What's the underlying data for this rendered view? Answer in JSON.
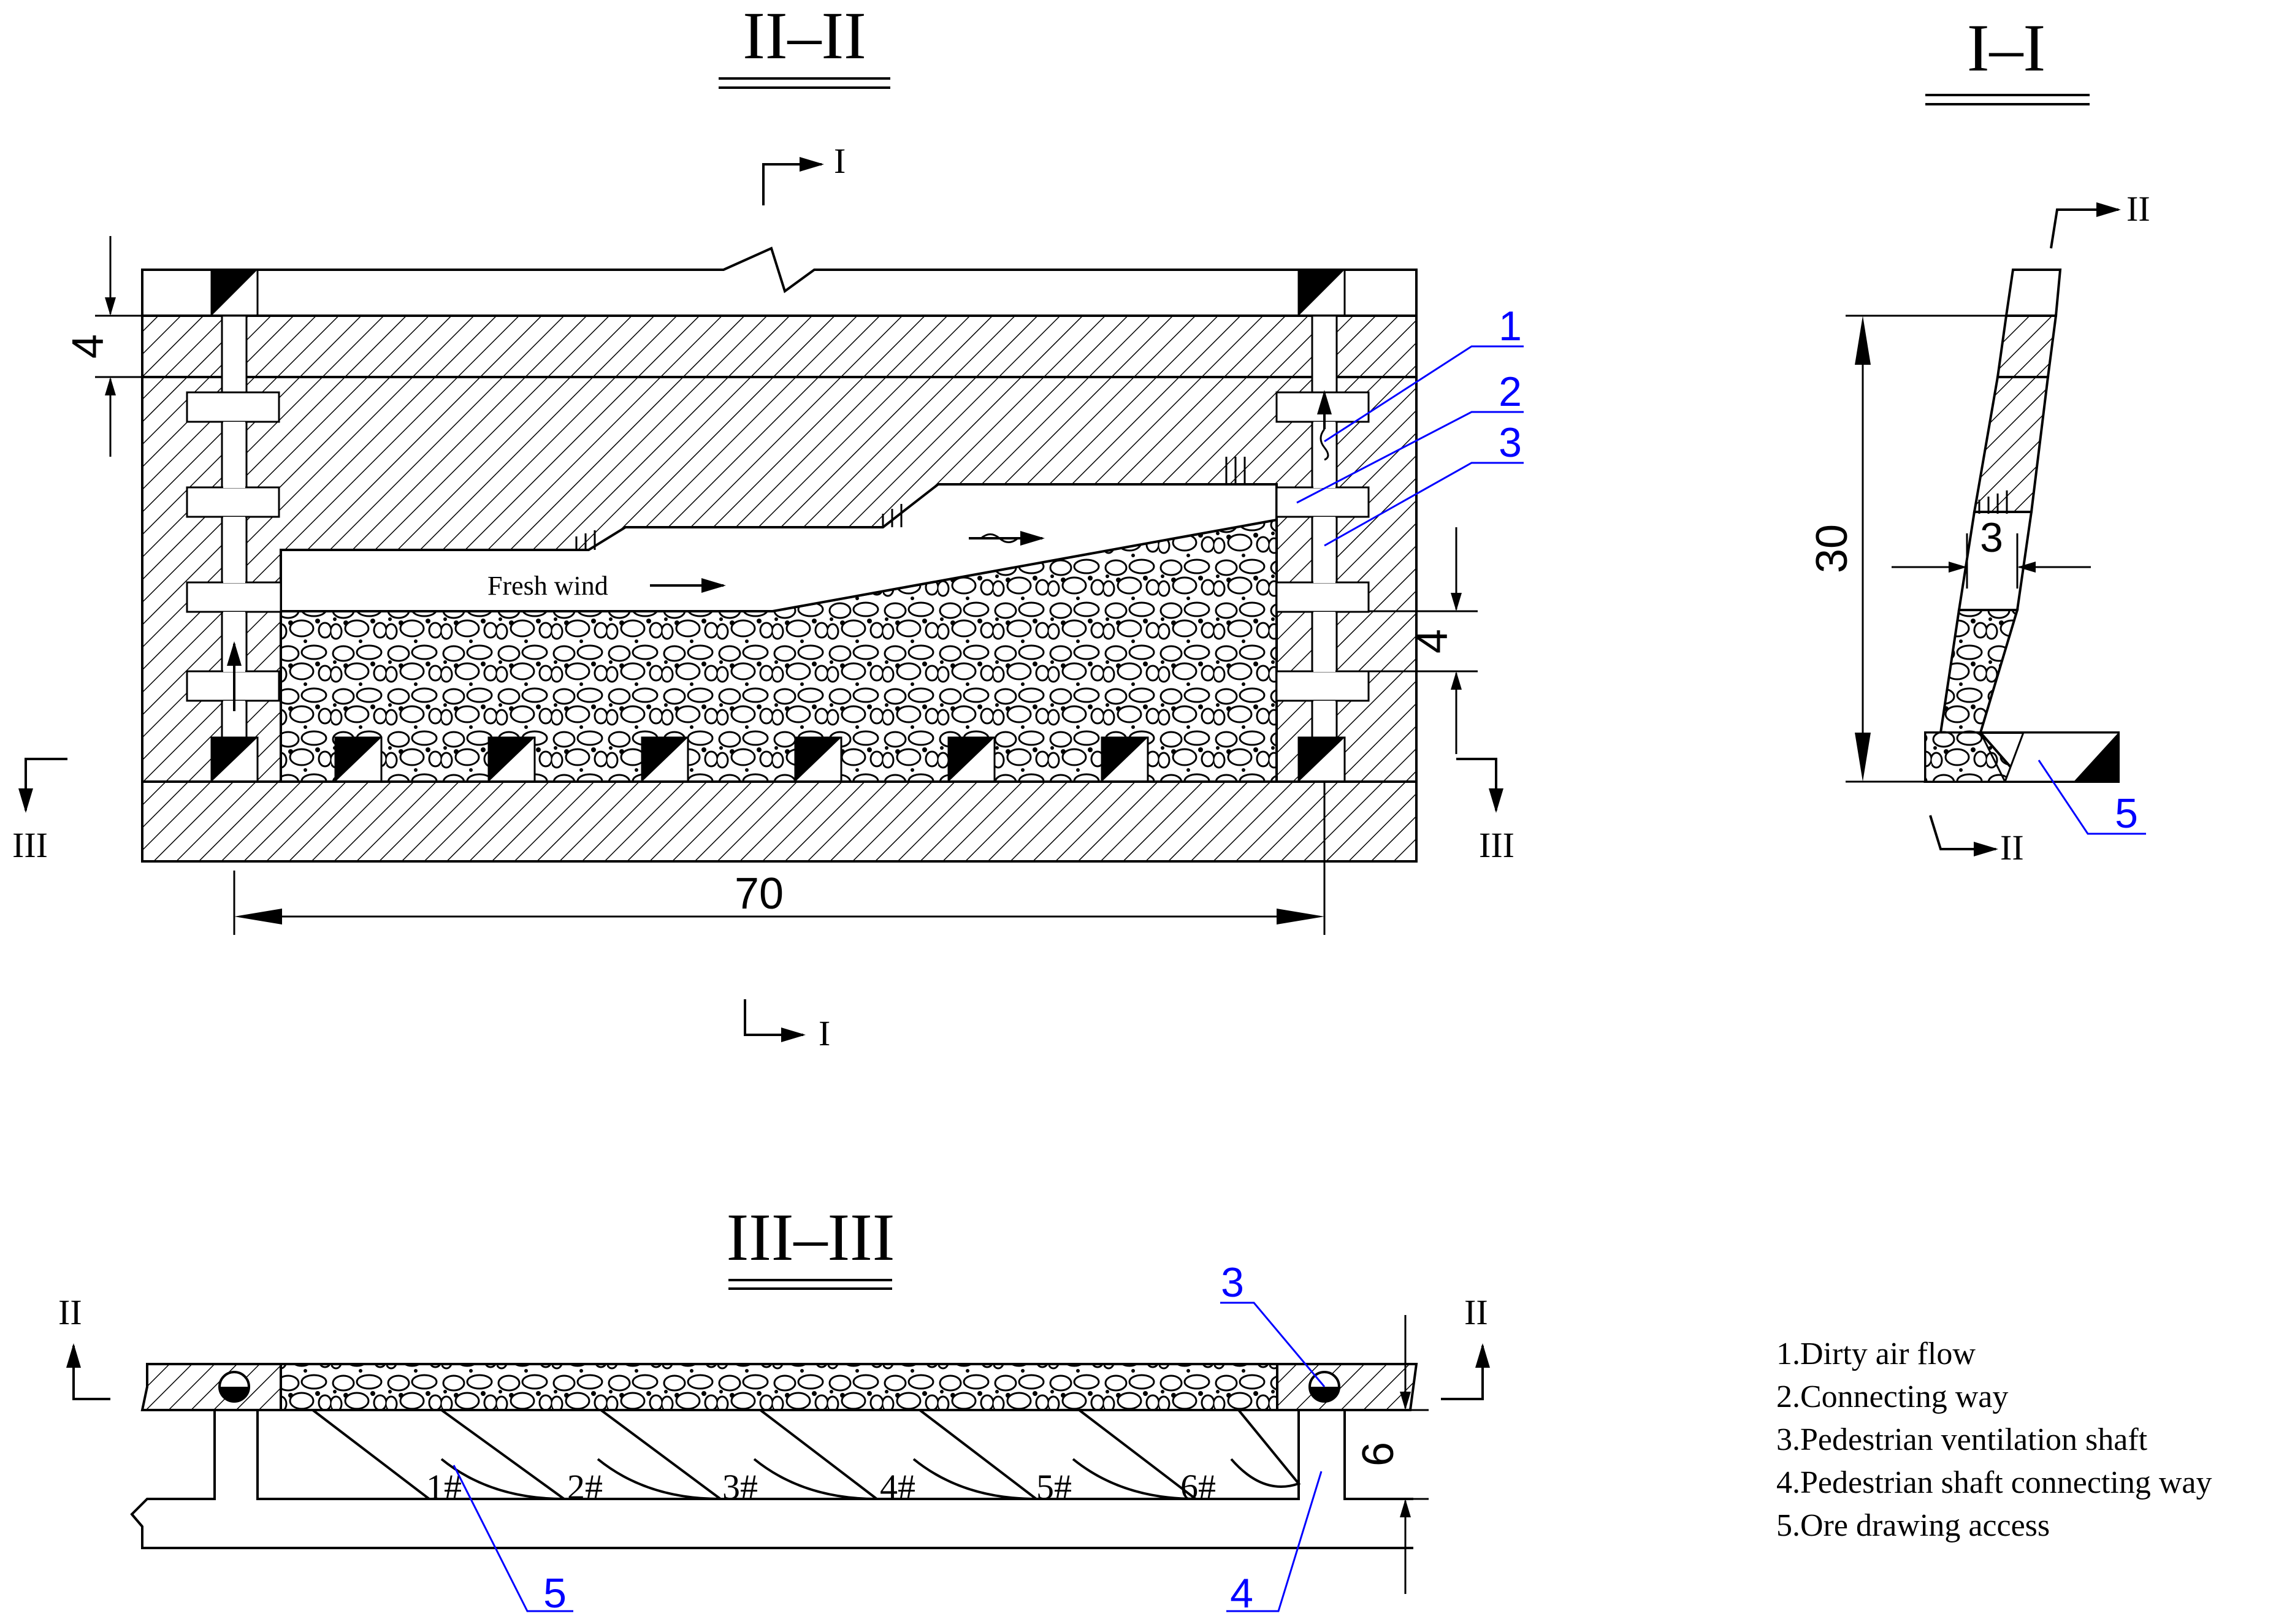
{
  "sections": {
    "ii_title": "II–II",
    "i_title": "I–I",
    "iii_title": "III–III",
    "mark_i": "I",
    "mark_ii": "II",
    "mark_iii": "III"
  },
  "dimensions": {
    "level_height": "4",
    "shaft_spacing": "4",
    "block_length": "70",
    "block_height": "30",
    "shaft_width": "3",
    "access_height": "6"
  },
  "annotations": {
    "fresh_wind": "Fresh wind",
    "drawpoints": [
      "1#",
      "2#",
      "3#",
      "4#",
      "5#",
      "6#"
    ]
  },
  "callouts": {
    "c1": "1",
    "c2": "2",
    "c3": "3",
    "c5": "5",
    "c3_plan": "3",
    "c5_plan": "5",
    "c4_plan": "4"
  },
  "legend": [
    "1.Dirty air flow",
    "2.Connecting way",
    "3.Pedestrian ventilation shaft",
    "4.Pedestrian shaft connecting way",
    "5.Ore drawing access"
  ],
  "colors": {
    "line": "#000000",
    "callout": "#0000ff",
    "background": "#ffffff"
  }
}
